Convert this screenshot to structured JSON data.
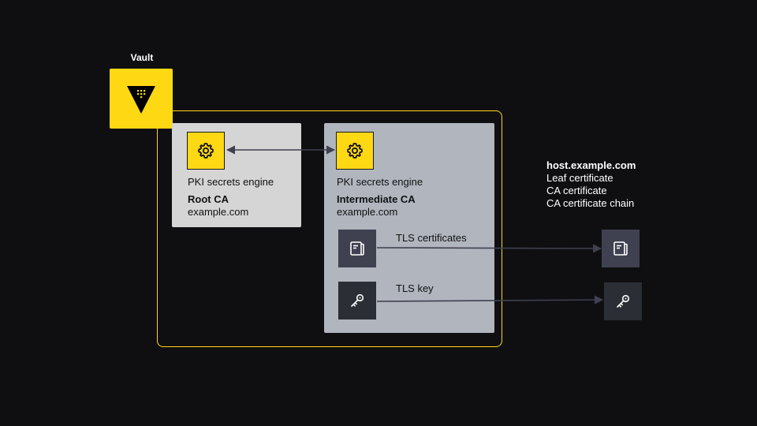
{
  "vault": {
    "label": "Vault"
  },
  "root_ca": {
    "engine_label": "PKI secrets engine",
    "title": "Root CA",
    "domain": "example.com"
  },
  "intermediate_ca": {
    "engine_label": "PKI secrets engine",
    "title": "Intermediate CA",
    "domain": "example.com"
  },
  "artifacts": {
    "certificates_label": "TLS certificates",
    "key_label": "TLS key"
  },
  "host": {
    "name": "host.example.com",
    "items": [
      "Leaf certificate",
      "CA certificate",
      "CA certificate chain"
    ]
  },
  "icons": {
    "vault": "vault-logo-icon",
    "engine": "gear-icon",
    "certificate": "certificate-icon",
    "key": "key-icon"
  },
  "colors": {
    "background": "#0f0f12",
    "vault_yellow": "#ffd814",
    "root_card": "#d5d5d5",
    "intermediate_card": "#b1b5bd",
    "connector": "#3f4050"
  }
}
